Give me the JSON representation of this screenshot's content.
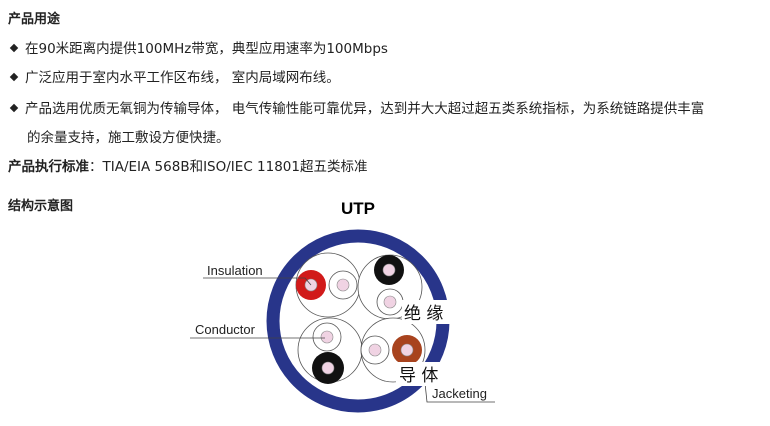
{
  "usage": {
    "title": "产品用途",
    "bullets": [
      "在90米距离内提供100MHz带宽，典型应用速率为100Mbps",
      "广泛应用于室内水平工作区布线， 室内局域网布线。",
      "产品选用优质无氧铜为传输导体， 电气传输性能可靠优异，达到并大大超过超五类系统指标，为系统链路提供丰富"
    ],
    "continuation": "的余量支持，施工敷设方便快捷。"
  },
  "standard": {
    "label": "产品执行标准",
    "value": "：TIA/EIA 568B和ISO/IEC 11801超五类标准"
  },
  "diagram": {
    "title": "结构示意图",
    "heading": "UTP",
    "labels": {
      "insulation": "Insulation",
      "conductor": "Conductor",
      "jacketing": "Jacketing",
      "insulation_cn": "绝 缘",
      "conductor_cn": "导 体"
    },
    "colors": {
      "jacket": "#28358a",
      "red": "#d11a1a",
      "black": "#111111",
      "brown": "#a8431e",
      "conductor": "#f0d3e3"
    }
  }
}
